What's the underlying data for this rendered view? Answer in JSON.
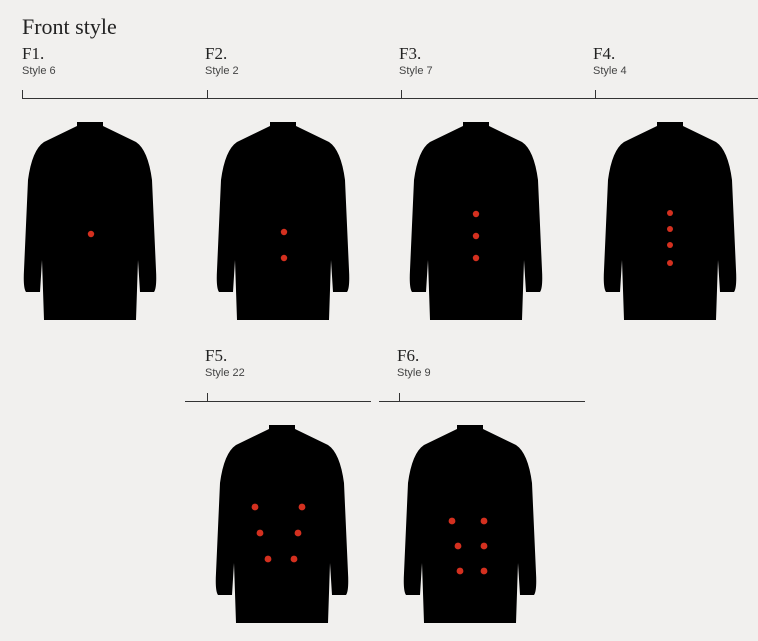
{
  "title": "Front style",
  "styles": [
    {
      "code": "F1.",
      "name": "Style 6",
      "button_color": "#d4301f"
    },
    {
      "code": "F2.",
      "name": "Style 2",
      "button_color": "#d4301f"
    },
    {
      "code": "F3.",
      "name": "Style 7",
      "button_color": "#d4301f"
    },
    {
      "code": "F4.",
      "name": "Style 4",
      "button_color": "#d4301f"
    },
    {
      "code": "F5.",
      "name": "Style 22",
      "button_color": "#d4301f"
    },
    {
      "code": "F6.",
      "name": "Style 9",
      "button_color": "#d4301f"
    }
  ]
}
